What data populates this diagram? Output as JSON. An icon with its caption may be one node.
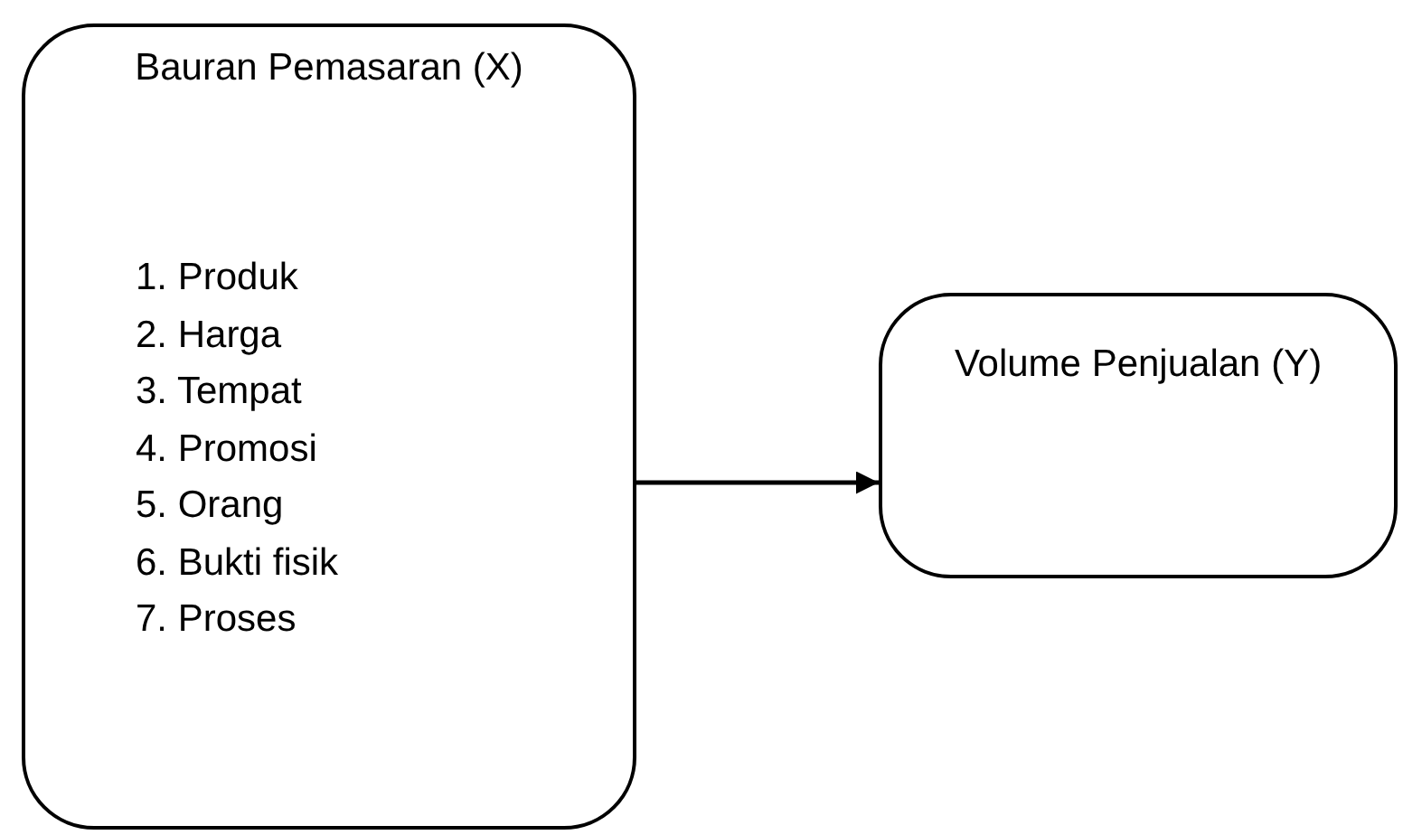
{
  "diagram": {
    "nodes": [
      {
        "text": [
          "Bauran Pemasaran (X)",
          "1. Produk",
          "2. Harga",
          "3. Tempat",
          "4. Promosi",
          "5. Orang",
          "6. Bukti fisik",
          "7. Proses"
        ]
      },
      {
        "text": [
          "Volume Penjualan (Y)"
        ]
      }
    ],
    "edges": [
      {
        "from": 0,
        "to": 1,
        "arrow": "to"
      }
    ]
  }
}
